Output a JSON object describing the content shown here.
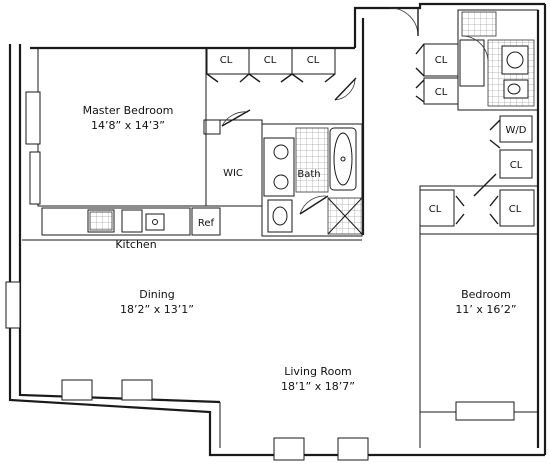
{
  "rooms": {
    "master_bedroom": {
      "name": "Master Bedroom",
      "dim": "14’8” x 14’3”"
    },
    "wic": {
      "name": "WIC"
    },
    "bath": {
      "name": "Bath"
    },
    "kitchen": {
      "name": "Kitchen"
    },
    "ref": {
      "name": "Ref"
    },
    "dining": {
      "name": "Dining",
      "dim": "18’2” x 13’1”"
    },
    "living_room": {
      "name": "Living Room",
      "dim": "18’1” x 18’7”"
    },
    "bedroom": {
      "name": "Bedroom",
      "dim": "11’ x 16’2”"
    },
    "wd": {
      "name": "W/D"
    }
  },
  "closets": {
    "cl1": "CL",
    "cl2": "CL",
    "cl3": "CL",
    "cl4": "CL",
    "cl5": "CL",
    "cl6": "CL",
    "cl7": "CL",
    "cl8": "CL"
  }
}
